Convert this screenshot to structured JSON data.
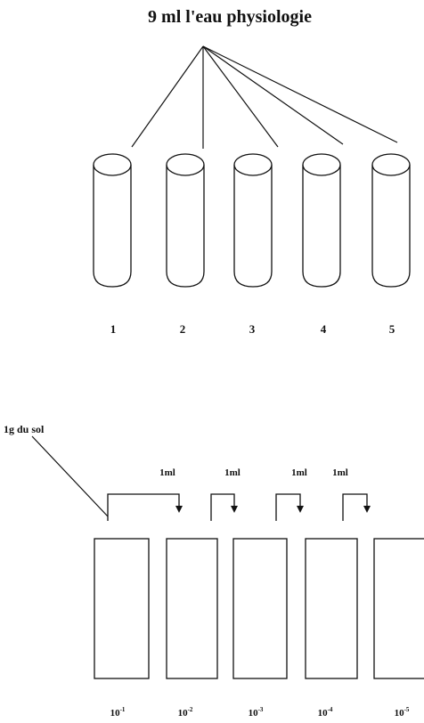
{
  "top": {
    "title": "9 ml l'eau physiologie",
    "tube_numbers": [
      "1",
      "2",
      "3",
      "4",
      "5"
    ]
  },
  "bottom": {
    "soil_label": "1g du sol",
    "transfer_labels": [
      "1ml",
      "1ml",
      "1ml",
      "1ml"
    ],
    "dilutions": [
      {
        "base": "10",
        "exp": "-1"
      },
      {
        "base": "10",
        "exp": "-2"
      },
      {
        "base": "10",
        "exp": "-3"
      },
      {
        "base": "10",
        "exp": "-4"
      },
      {
        "base": "10",
        "exp": "-5"
      }
    ]
  }
}
